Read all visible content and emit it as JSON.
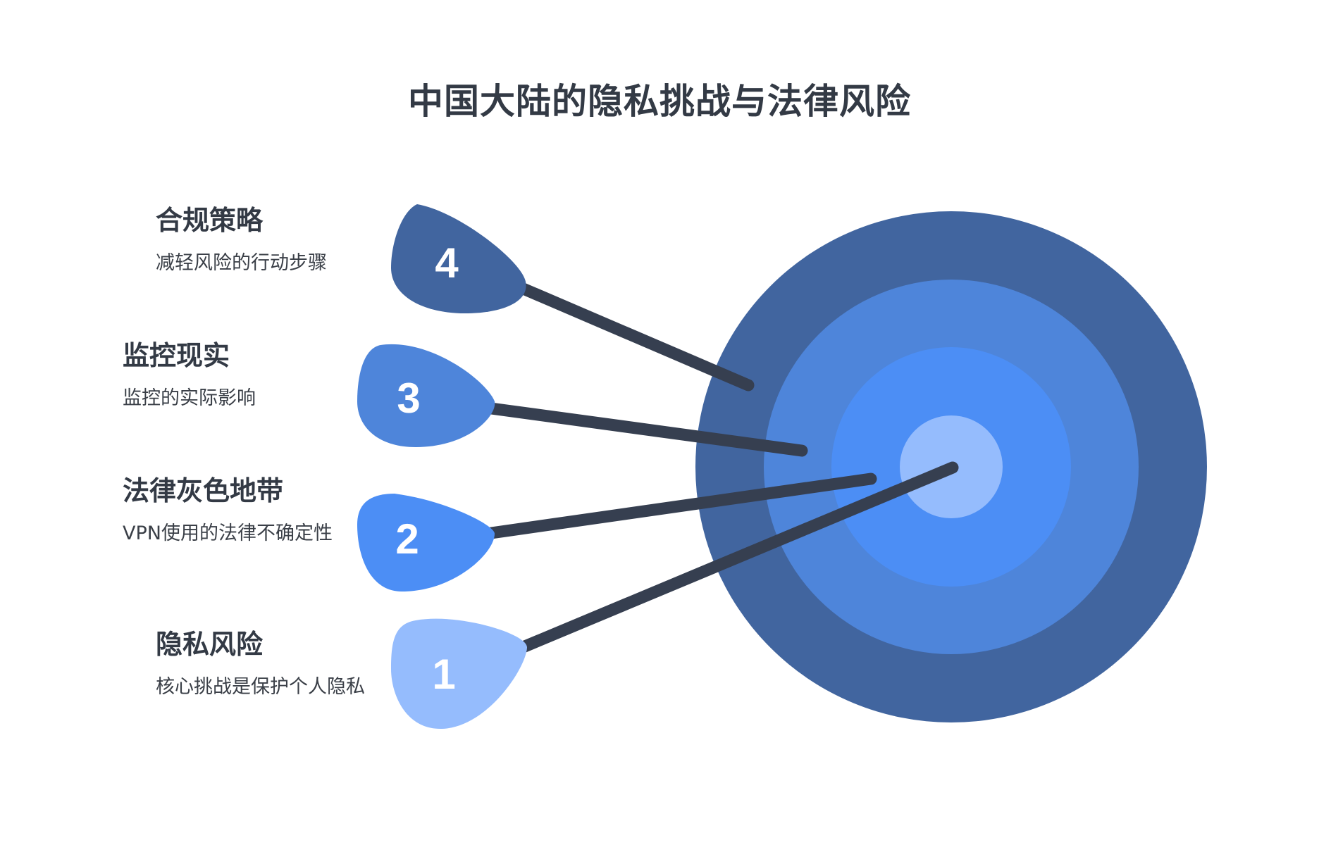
{
  "title": "中国大陆的隐私挑战与法律风险",
  "items": [
    {
      "number": "4",
      "heading": "合规策略",
      "description": "减轻风险的行动步骤",
      "color": "#41659f"
    },
    {
      "number": "3",
      "heading": "监控现实",
      "description": "监控的实际影响",
      "color": "#4e85da"
    },
    {
      "number": "2",
      "heading": "法律灰色地带",
      "description": "VPN使用的法律不确定性",
      "color": "#4c8ef5"
    },
    {
      "number": "1",
      "heading": "隐私风险",
      "description": "核心挑战是保护个人隐私",
      "color": "#95bcfd"
    }
  ],
  "target_colors": {
    "outer": "#41659f",
    "second": "#4e85da",
    "third": "#4c8ef5",
    "center": "#95bcfd",
    "arrow_shaft": "#363f50"
  }
}
